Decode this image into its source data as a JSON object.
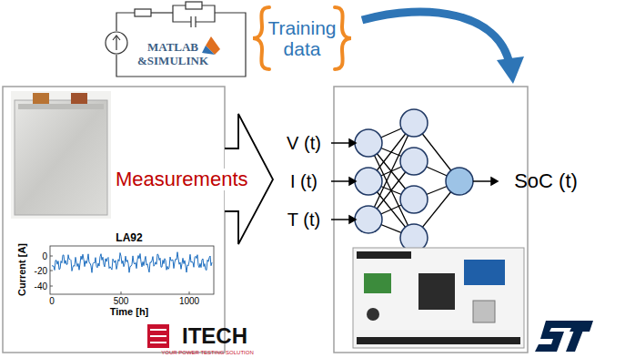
{
  "diagram": {
    "nodes": [
      {
        "text": [
          "Measurements"
        ]
      }
    ],
    "labels": [
      "MATLAB",
      "&SIMULINK",
      "Training data",
      "LA92",
      "0",
      "-20",
      "-40",
      "Current [A]",
      "0",
      "500",
      "1000",
      "Time [h]",
      "ITECH",
      "YOUR POWER TESTING SOLUTION",
      "V (t)",
      "I (t)",
      "T (t)",
      "SoC (t)"
    ]
  }
}
